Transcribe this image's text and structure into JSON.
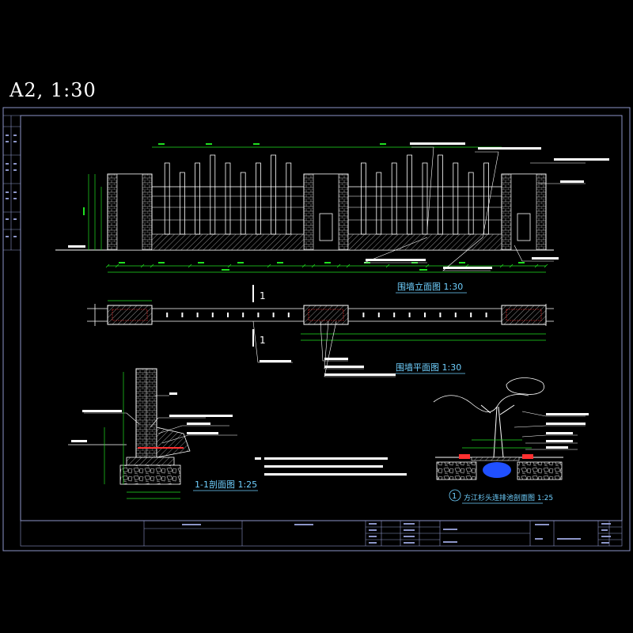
{
  "sheet": {
    "label": "A2,  1:30"
  },
  "drawings": {
    "elevation_title": "围墙立面图  1:30",
    "plan_title": "围墙平面图  1:30",
    "section_title": "1-1剖面图  1:25",
    "tree_pit_title": "方江杉头连排池剖面图  1:25",
    "tree_pit_number": "1",
    "section_marker": "1"
  },
  "colors": {
    "background": "#000000",
    "frame": "#8c95c8",
    "outline": "#ffffff",
    "dimension": "#20e020",
    "title": "#6fd0ff",
    "annotation": "#ffffff",
    "hatch": "#c9c9c9",
    "red": "#ff3030",
    "blue": "#2050ff"
  }
}
